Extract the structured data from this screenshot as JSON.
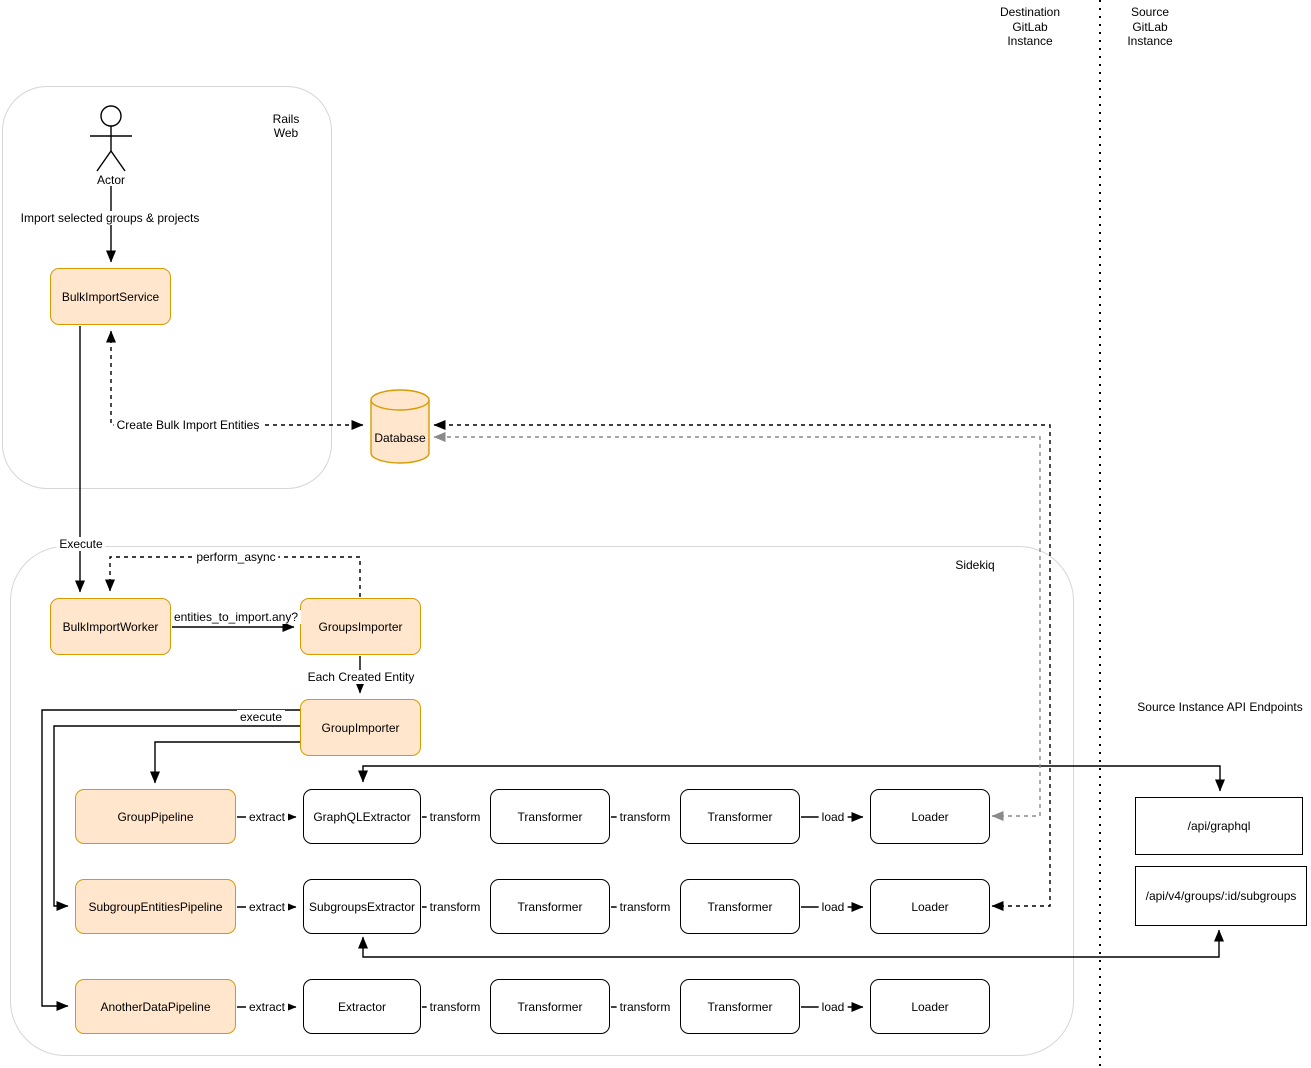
{
  "diagram": {
    "lanes": {
      "destination": "Destination\nGitLab\nInstance",
      "source": "Source\nGitLab\nInstance"
    },
    "containers": {
      "rails": "Rails\nWeb",
      "sidekiq": "Sidekiq"
    },
    "actor": {
      "label": "Actor"
    },
    "nodes": {
      "bulk_import_service": "BulkImportService",
      "database": "Database",
      "bulk_import_worker": "BulkImportWorker",
      "groups_importer": "GroupsImporter",
      "group_importer": "GroupImporter",
      "group_pipeline": "GroupPipeline",
      "subgroup_entities_pipeline": "SubgroupEntitiesPipeline",
      "another_data_pipeline": "AnotherDataPipeline",
      "graphql_extractor": "GraphQLExtractor",
      "subgroups_extractor": "SubgroupsExtractor",
      "extractor": "Extractor",
      "transformer": "Transformer",
      "loader": "Loader"
    },
    "endpoints": {
      "title": "Source Instance API Endpoints",
      "graphql": "/api/graphql",
      "subgroups": "/api/v4/groups/:id/subgroups"
    },
    "edge_labels": {
      "import_selected": "Import selected groups & projects",
      "create_entities": "Create Bulk Import Entities",
      "execute": "Execute",
      "perform_async": "perform_async",
      "entities_any": "entities_to_import.any?",
      "each_entity": "Each Created Entity",
      "execute_pipeline": "execute",
      "extract": "extract",
      "transform": "transform",
      "load": "load"
    },
    "colors": {
      "highlight_fill": "#FFE6CC",
      "highlight_stroke": "#D79B00",
      "container_stroke": "#D6D6D6",
      "edge_black": "#000000",
      "edge_gray": "#8a8a8a"
    }
  }
}
